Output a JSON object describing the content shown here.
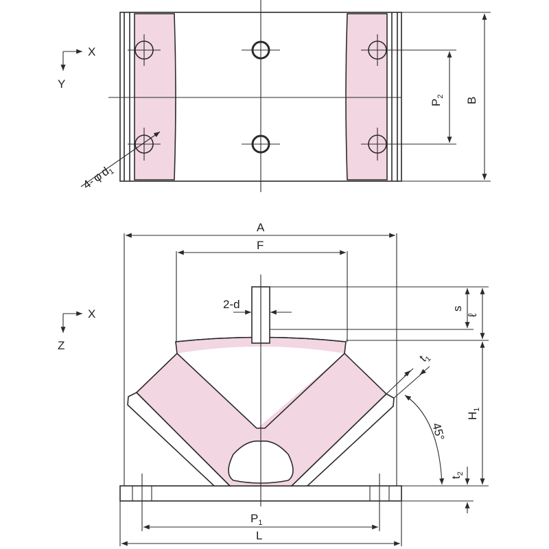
{
  "colors": {
    "rubber": "#f2d6e2",
    "line": "#2a2a2a",
    "background": "#ffffff"
  },
  "top_view": {
    "axis_x": "X",
    "axis_y": "Y",
    "label_B": "B",
    "label_P": "P",
    "label_P_sub": "2",
    "label_holes_prefix": "4-",
    "label_phi": "φ",
    "label_d": "d",
    "label_d_sub": "1"
  },
  "front_view": {
    "axis_x": "X",
    "axis_z": "Z",
    "label_A": "A",
    "label_F": "F",
    "label_2d": "2-d",
    "label_s": "s",
    "label_l": "ℓ",
    "label_H": "H",
    "label_H_sub": "1",
    "label_angle": "45°",
    "label_t": "t",
    "label_t1_sub": "1",
    "label_t2_sub": "2",
    "label_P": "P",
    "label_P1_sub": "1",
    "label_L": "L"
  }
}
